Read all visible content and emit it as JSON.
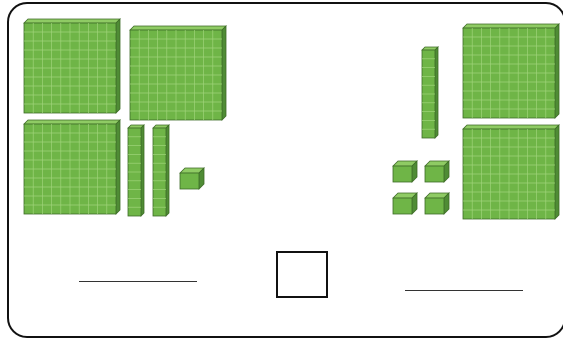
{
  "colors": {
    "block_front": "#6fb547",
    "block_side": "#4f8c35",
    "block_top": "#8fcb64",
    "grid_line": "#9fd47a",
    "outline": "#3d6b26",
    "card_border": "#111111"
  },
  "left_group": {
    "hundreds": 3,
    "tens": 2,
    "ones": 1
  },
  "right_group": {
    "hundreds": 2,
    "tens": 1,
    "ones": 4
  },
  "answer_blanks": 2,
  "comparison_box": ""
}
